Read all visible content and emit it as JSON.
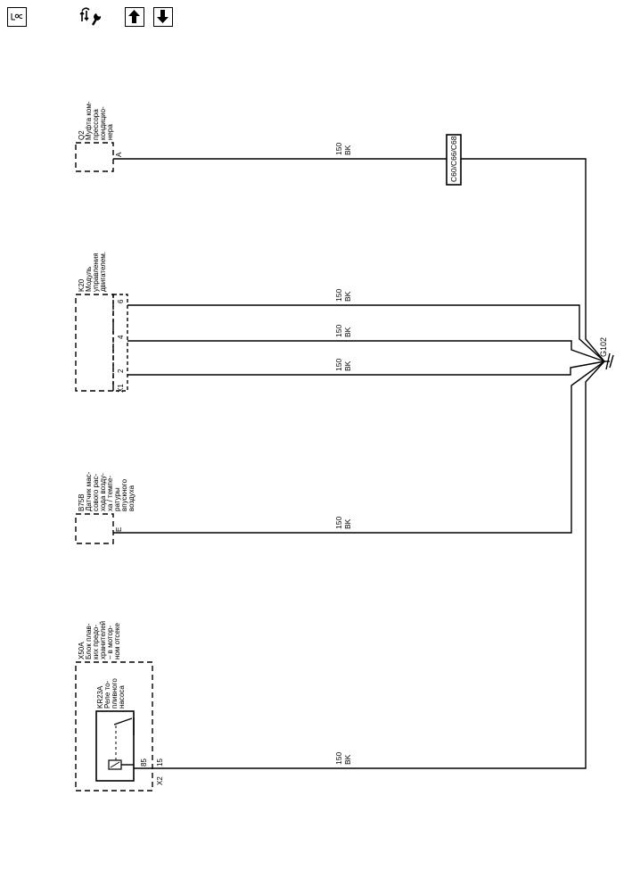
{
  "toolbar": {
    "legend_icon": "legend-icon",
    "tool_icon": "wrench-arrows-icon",
    "up_icon": "arrow-up-icon",
    "down_icon": "arrow-down-icon"
  },
  "components": {
    "q2": {
      "id": "Q2",
      "lines": [
        "Муфта ком-",
        "прессора",
        "кондицио-",
        "нера"
      ],
      "pin": "A"
    },
    "k20": {
      "id": "K20",
      "lines": [
        "Модуль",
        "управления",
        "двигателем."
      ],
      "connector": "X1",
      "pins": [
        "6",
        "4",
        "2"
      ]
    },
    "b75b": {
      "id": "B75B",
      "lines": [
        "Датчик мас-",
        "сового рас-",
        "хода возду-",
        "ха / темпе-",
        "ратуры",
        "впускного",
        "воздуха"
      ],
      "pin": "E"
    },
    "x50a": {
      "id": "X50A",
      "lines": [
        "Блок плав-",
        "ких предо-",
        "хранителей",
        "– в мотор-",
        "ном отсеке"
      ],
      "connector": "X2",
      "pin": "15"
    },
    "kr23a": {
      "id": "KR23A",
      "lines": [
        "Реле то-",
        "пливного",
        "насоса"
      ],
      "pin": "85"
    }
  },
  "wires": [
    {
      "gauge": "150",
      "color": "BK"
    },
    {
      "gauge": "150",
      "color": "BK"
    },
    {
      "gauge": "150",
      "color": "BK"
    },
    {
      "gauge": "150",
      "color": "BK"
    },
    {
      "gauge": "150",
      "color": "BK"
    },
    {
      "gauge": "150",
      "color": "BK"
    }
  ],
  "splice": {
    "label": "C60/C66/C68"
  },
  "ground": {
    "label": "G102"
  }
}
